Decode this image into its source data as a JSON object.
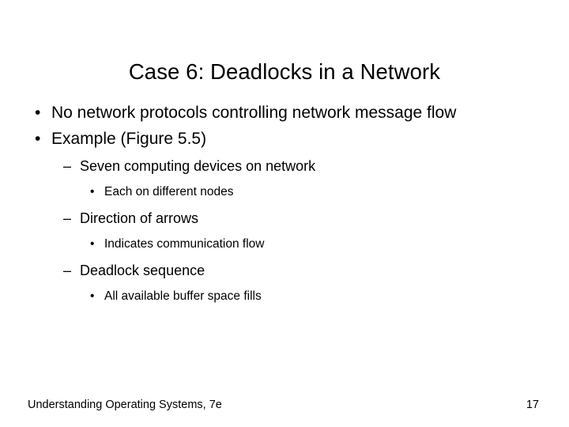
{
  "slide": {
    "title": "Case 6: Deadlocks in a Network",
    "background_color": "#ffffff",
    "text_color": "#000000",
    "bullets": [
      {
        "level": 1,
        "marker": "•",
        "text": "No network protocols controlling network message flow"
      },
      {
        "level": 1,
        "marker": "•",
        "text": "Example (Figure 5.5)"
      },
      {
        "level": 2,
        "marker": "–",
        "text": "Seven computing devices on network"
      },
      {
        "level": 3,
        "marker": "•",
        "text": "Each on different nodes"
      },
      {
        "level": 2,
        "marker": "–",
        "text": "Direction of arrows"
      },
      {
        "level": 3,
        "marker": "•",
        "text": "Indicates communication flow"
      },
      {
        "level": 2,
        "marker": "–",
        "text": "Deadlock sequence"
      },
      {
        "level": 3,
        "marker": "•",
        "text": "All available buffer space fills"
      }
    ],
    "footer": {
      "source": "Understanding Operating Systems, 7e",
      "page_number": "17"
    }
  }
}
